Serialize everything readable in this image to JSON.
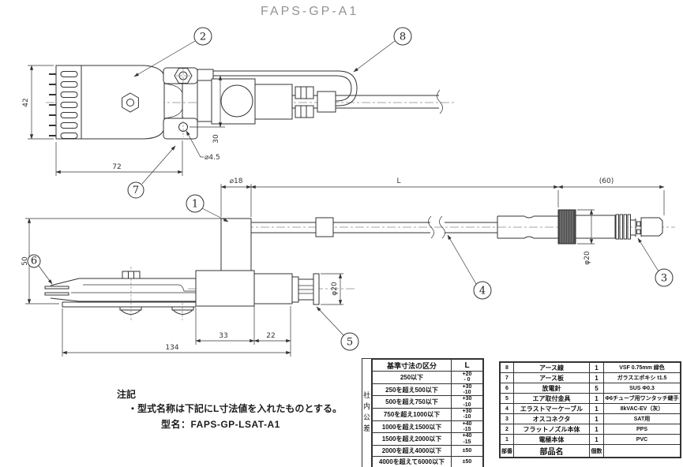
{
  "title": "FAPS-GP-A1",
  "drawing": {
    "balloons": {
      "b1": "1",
      "b2": "2",
      "b3": "3",
      "b4": "4",
      "b5": "5",
      "b6": "6",
      "b7": "7",
      "b8": "8"
    },
    "dims": {
      "head_height": "42",
      "head_width": "72",
      "bolt_to_hole": "30",
      "hole_dia": "⌀4.5",
      "block_width": "⌀18",
      "cable_length": "L",
      "connector_length": "(60)",
      "side_height": "50",
      "overall_width": "134",
      "body_width": "33",
      "fitting_width": "22",
      "fitting_dia": "φ20",
      "connector_dia": "φ20"
    }
  },
  "notes": {
    "heading": "注記",
    "line1": "・型式名称は下記にL寸法値を入れたものとする。",
    "line2": "型名：FAPS-GP-LSAT-A1"
  },
  "tolerance_table": {
    "side_label": "社内公差",
    "headers": {
      "range": "基準寸法の区分",
      "l": "L"
    },
    "rows": [
      {
        "range": "250以下",
        "upper": "+20",
        "lower": "- 0"
      },
      {
        "range": "250を超え500以下",
        "upper": "+30",
        "lower": "-10"
      },
      {
        "range": "500を超え750以下",
        "upper": "+30",
        "lower": "-10"
      },
      {
        "range": "750を超え1000以下",
        "upper": "+30",
        "lower": "-10"
      },
      {
        "range": "1000を超え1500以下",
        "upper": "+40",
        "lower": "-15"
      },
      {
        "range": "1500を超え2000以下",
        "upper": "+40",
        "lower": "-15"
      },
      {
        "range": "2000を超え4000以下",
        "upper": "±50",
        "lower": ""
      },
      {
        "range": "4000を超えて6000以下",
        "upper": "±50",
        "lower": ""
      }
    ]
  },
  "parts_table": {
    "footer": {
      "no": "部番",
      "name": "部品名",
      "qty": "個数",
      "remark": ""
    },
    "rows": [
      {
        "no": "8",
        "name": "アース線",
        "qty": "1",
        "remark": "VSF 0.75mm 緑色"
      },
      {
        "no": "7",
        "name": "アース板",
        "qty": "1",
        "remark": "ガラスエポキシ t1.5"
      },
      {
        "no": "6",
        "name": "放電針",
        "qty": "5",
        "remark": "SUS Φ0.3"
      },
      {
        "no": "5",
        "name": "エア取付金具",
        "qty": "1",
        "remark": "Φ6チューブ用ワンタッチ継手"
      },
      {
        "no": "4",
        "name": "エラストマーケーブル",
        "qty": "1",
        "remark": "8kVAC-EV（灰）"
      },
      {
        "no": "3",
        "name": "オスコネクタ",
        "qty": "1",
        "remark": "SAT用"
      },
      {
        "no": "2",
        "name": "フラットノズル本体",
        "qty": "1",
        "remark": "PPS"
      },
      {
        "no": "1",
        "name": "電極本体",
        "qty": "1",
        "remark": "PVC"
      }
    ]
  }
}
